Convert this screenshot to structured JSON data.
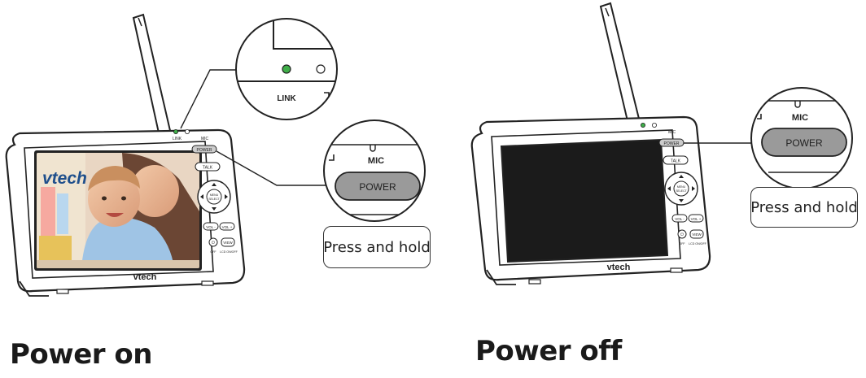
{
  "panels": [
    {
      "caption": "Power on",
      "callout_label": "Press and hold",
      "button_label": "POWER",
      "button_zoom_label": "POWER",
      "mic_label": "MIC",
      "link_label": "LINK",
      "brand": "vtech",
      "screen_brand": "vtech",
      "screen_state": "on"
    },
    {
      "caption": "Power off",
      "callout_label": "Press and hold",
      "button_label": "POWER",
      "button_zoom_label": "POWER",
      "mic_label": "MIC",
      "brand": "vtech",
      "screen_state": "off"
    }
  ],
  "device_buttons": {
    "talk": "TALK",
    "vol_minus": "VOL -",
    "vol_plus": "VOL +",
    "view": "VIEW",
    "menu": "MENU SELECT",
    "off": "OFF",
    "lcd_on_off": "LCD ON/OFF"
  },
  "colors": {
    "link_led": "#3fae49",
    "screen_off": "#1b1b1b",
    "power_button": "#9a9a9a"
  }
}
